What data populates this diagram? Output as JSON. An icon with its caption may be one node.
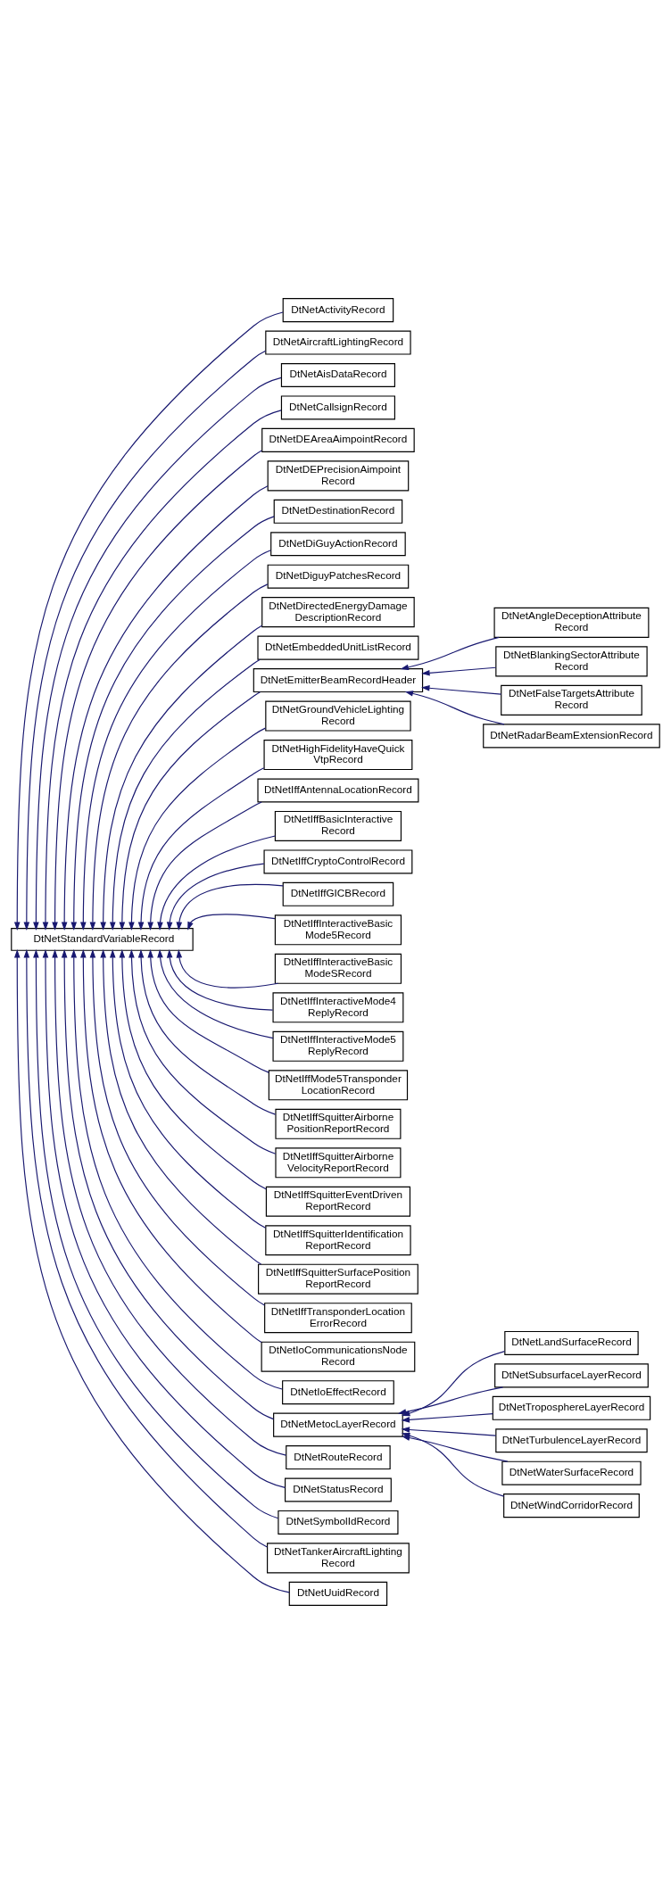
{
  "diagram": {
    "nodes": [
      {
        "text": [
          "DtNetStandardVariableRecord"
        ]
      },
      {
        "text": [
          "DtNetActivityRecord"
        ]
      },
      {
        "text": [
          "DtNetAircraftLightingRecord"
        ]
      },
      {
        "text": [
          "DtNetAisDataRecord"
        ]
      },
      {
        "text": [
          "DtNetCallsignRecord"
        ]
      },
      {
        "text": [
          "DtNetDEAreaAimpointRecord"
        ]
      },
      {
        "text": [
          "DtNetDEPrecisionAimpoint Record"
        ]
      },
      {
        "text": [
          "DtNetDestinationRecord"
        ]
      },
      {
        "text": [
          "DtNetDiGuyActionRecord"
        ]
      },
      {
        "text": [
          "DtNetDiguyPatchesRecord"
        ]
      },
      {
        "text": [
          "DtNetDirectedEnergyDamage DescriptionRecord"
        ]
      },
      {
        "text": [
          "DtNetEmbeddedUnitListRecord"
        ]
      },
      {
        "text": [
          "DtNetEmitterBeamRecordHeader"
        ]
      },
      {
        "text": [
          "DtNetAngleDeceptionAttribute Record"
        ]
      },
      {
        "text": [
          "DtNetBlankingSectorAttribute Record"
        ]
      },
      {
        "text": [
          "DtNetFalseTargetsAttribute Record"
        ]
      },
      {
        "text": [
          "DtNetRadarBeamExtensionRecord"
        ]
      },
      {
        "text": [
          "DtNetGroundVehicleLighting Record"
        ]
      },
      {
        "text": [
          "DtNetHighFidelityHaveQuick VtpRecord"
        ]
      },
      {
        "text": [
          "DtNetIffAntennaLocationRecord"
        ]
      },
      {
        "text": [
          "DtNetIffBasicInteractive Record"
        ]
      },
      {
        "text": [
          "DtNetIffCryptoControlRecord"
        ]
      },
      {
        "text": [
          "DtNetIffGICBRecord"
        ]
      },
      {
        "text": [
          "DtNetIffInteractiveBasic Mode5Record"
        ]
      },
      {
        "text": [
          "DtNetIffInteractiveBasic ModeSRecord"
        ]
      },
      {
        "text": [
          "DtNetIffInteractiveMode4 ReplyRecord"
        ]
      },
      {
        "text": [
          "DtNetIffInteractiveMode5 ReplyRecord"
        ]
      },
      {
        "text": [
          "DtNetIffMode5Transponder LocationRecord"
        ]
      },
      {
        "text": [
          "DtNetIffSquitterAirborne PositionReportRecord"
        ]
      },
      {
        "text": [
          "DtNetIffSquitterAirborne VelocityReportRecord"
        ]
      },
      {
        "text": [
          "DtNetIffSquitterEventDriven ReportRecord"
        ]
      },
      {
        "text": [
          "DtNetIffSquitterIdentification ReportRecord"
        ]
      },
      {
        "text": [
          "DtNetIffSquitterSurfacePosition ReportRecord"
        ]
      },
      {
        "text": [
          "DtNetIffTransponderLocation ErrorRecord"
        ]
      },
      {
        "text": [
          "DtNetIoCommunicationsNode Record"
        ]
      },
      {
        "text": [
          "DtNetIoEffectRecord"
        ]
      },
      {
        "text": [
          "DtNetMetocLayerRecord"
        ]
      },
      {
        "text": [
          "DtNetLandSurfaceRecord"
        ]
      },
      {
        "text": [
          "DtNetSubsurfaceLayerRecord"
        ]
      },
      {
        "text": [
          "DtNetTroposphereLayerRecord"
        ]
      },
      {
        "text": [
          "DtNetTurbulenceLayerRecord"
        ]
      },
      {
        "text": [
          "DtNetWaterSurfaceRecord"
        ]
      },
      {
        "text": [
          "DtNetWindCorridorRecord"
        ]
      },
      {
        "text": [
          "DtNetRouteRecord"
        ]
      },
      {
        "text": [
          "DtNetStatusRecord"
        ]
      },
      {
        "text": [
          "DtNetSymbolIdRecord"
        ]
      },
      {
        "text": [
          "DtNetTankerAircraftLighting Record"
        ]
      },
      {
        "text": [
          "DtNetUuidRecord"
        ]
      }
    ],
    "edges": [
      {
        "from": 1,
        "to": 0,
        "arrow": "to"
      },
      {
        "from": 2,
        "to": 0,
        "arrow": "to"
      },
      {
        "from": 3,
        "to": 0,
        "arrow": "to"
      },
      {
        "from": 4,
        "to": 0,
        "arrow": "to"
      },
      {
        "from": 5,
        "to": 0,
        "arrow": "to"
      },
      {
        "from": 6,
        "to": 0,
        "arrow": "to"
      },
      {
        "from": 7,
        "to": 0,
        "arrow": "to"
      },
      {
        "from": 8,
        "to": 0,
        "arrow": "to"
      },
      {
        "from": 9,
        "to": 0,
        "arrow": "to"
      },
      {
        "from": 10,
        "to": 0,
        "arrow": "to"
      },
      {
        "from": 11,
        "to": 0,
        "arrow": "to"
      },
      {
        "from": 12,
        "to": 0,
        "arrow": "to"
      },
      {
        "from": 13,
        "to": 12,
        "arrow": "to"
      },
      {
        "from": 14,
        "to": 12,
        "arrow": "to"
      },
      {
        "from": 15,
        "to": 12,
        "arrow": "to"
      },
      {
        "from": 16,
        "to": 12,
        "arrow": "to"
      },
      {
        "from": 17,
        "to": 0,
        "arrow": "to"
      },
      {
        "from": 18,
        "to": 0,
        "arrow": "to"
      },
      {
        "from": 19,
        "to": 0,
        "arrow": "to"
      },
      {
        "from": 20,
        "to": 0,
        "arrow": "to"
      },
      {
        "from": 21,
        "to": 0,
        "arrow": "to"
      },
      {
        "from": 22,
        "to": 0,
        "arrow": "to"
      },
      {
        "from": 23,
        "to": 0,
        "arrow": "to"
      },
      {
        "from": 24,
        "to": 0,
        "arrow": "to"
      },
      {
        "from": 25,
        "to": 0,
        "arrow": "to"
      },
      {
        "from": 26,
        "to": 0,
        "arrow": "to"
      },
      {
        "from": 27,
        "to": 0,
        "arrow": "to"
      },
      {
        "from": 28,
        "to": 0,
        "arrow": "to"
      },
      {
        "from": 29,
        "to": 0,
        "arrow": "to"
      },
      {
        "from": 30,
        "to": 0,
        "arrow": "to"
      },
      {
        "from": 31,
        "to": 0,
        "arrow": "to"
      },
      {
        "from": 32,
        "to": 0,
        "arrow": "to"
      },
      {
        "from": 33,
        "to": 0,
        "arrow": "to"
      },
      {
        "from": 34,
        "to": 0,
        "arrow": "to"
      },
      {
        "from": 35,
        "to": 0,
        "arrow": "to"
      },
      {
        "from": 36,
        "to": 0,
        "arrow": "to"
      },
      {
        "from": 37,
        "to": 36,
        "arrow": "to"
      },
      {
        "from": 38,
        "to": 36,
        "arrow": "to"
      },
      {
        "from": 39,
        "to": 36,
        "arrow": "to"
      },
      {
        "from": 40,
        "to": 36,
        "arrow": "to"
      },
      {
        "from": 41,
        "to": 36,
        "arrow": "to"
      },
      {
        "from": 42,
        "to": 36,
        "arrow": "to"
      },
      {
        "from": 43,
        "to": 0,
        "arrow": "to"
      },
      {
        "from": 44,
        "to": 0,
        "arrow": "to"
      },
      {
        "from": 45,
        "to": 0,
        "arrow": "to"
      },
      {
        "from": 46,
        "to": 0,
        "arrow": "to"
      },
      {
        "from": 47,
        "to": 0,
        "arrow": "to"
      }
    ]
  }
}
